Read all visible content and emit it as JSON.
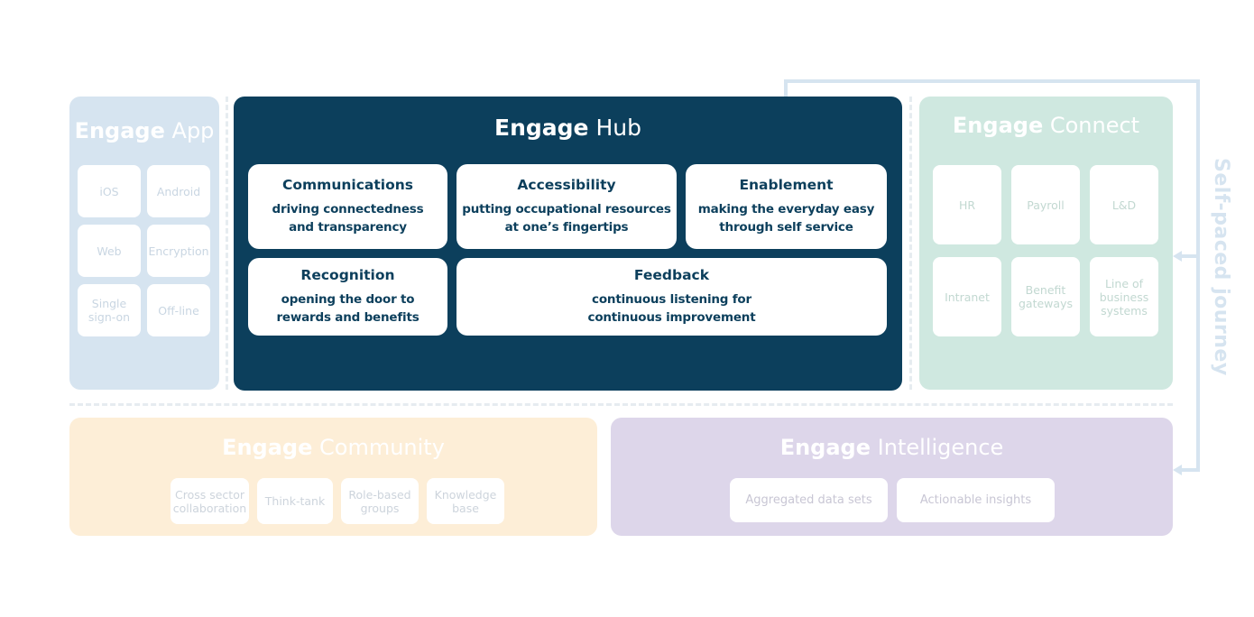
{
  "app": {
    "brand": "Engage",
    "suffix": "App",
    "tiles": [
      "iOS",
      "Android",
      "Web",
      "Encryption",
      "Single\nsign-on",
      "Off-line"
    ]
  },
  "hub": {
    "brand": "Engage",
    "suffix": "Hub",
    "cards": [
      {
        "title": "Communications",
        "desc": "driving connectedness\nand transparency"
      },
      {
        "title": "Accessibility",
        "desc": "putting occupational resources\nat one’s fingertips"
      },
      {
        "title": "Enablement",
        "desc": "making the everyday easy\nthrough self service"
      },
      {
        "title": "Recognition",
        "desc": "opening the door to\nrewards and benefits"
      },
      {
        "title": "Feedback",
        "desc": "continuous listening for\ncontinuous improvement"
      }
    ]
  },
  "connect": {
    "brand": "Engage",
    "suffix": "Connect",
    "tiles": [
      "HR",
      "Payroll",
      "L&D",
      "Intranet",
      "Benefit\ngateways",
      "Line of\nbusiness\nsystems"
    ]
  },
  "community": {
    "brand": "Engage",
    "suffix": "Community",
    "tiles": [
      "Cross sector\ncollaboration",
      "Think-tank",
      "Role-based\ngroups",
      "Knowledge\nbase"
    ]
  },
  "intelligence": {
    "brand": "Engage",
    "suffix": "Intelligence",
    "tiles": [
      "Aggregated data sets",
      "Actionable insights"
    ]
  },
  "journey": {
    "label": "Self-paced journey",
    "color": "#d6e4f0"
  },
  "colors": {
    "hub": "#0c3f5c",
    "app": "#d6e4f0",
    "connect": "#cfe8e0",
    "community": "#fdeed7",
    "intelligence": "#ddd6ea"
  }
}
